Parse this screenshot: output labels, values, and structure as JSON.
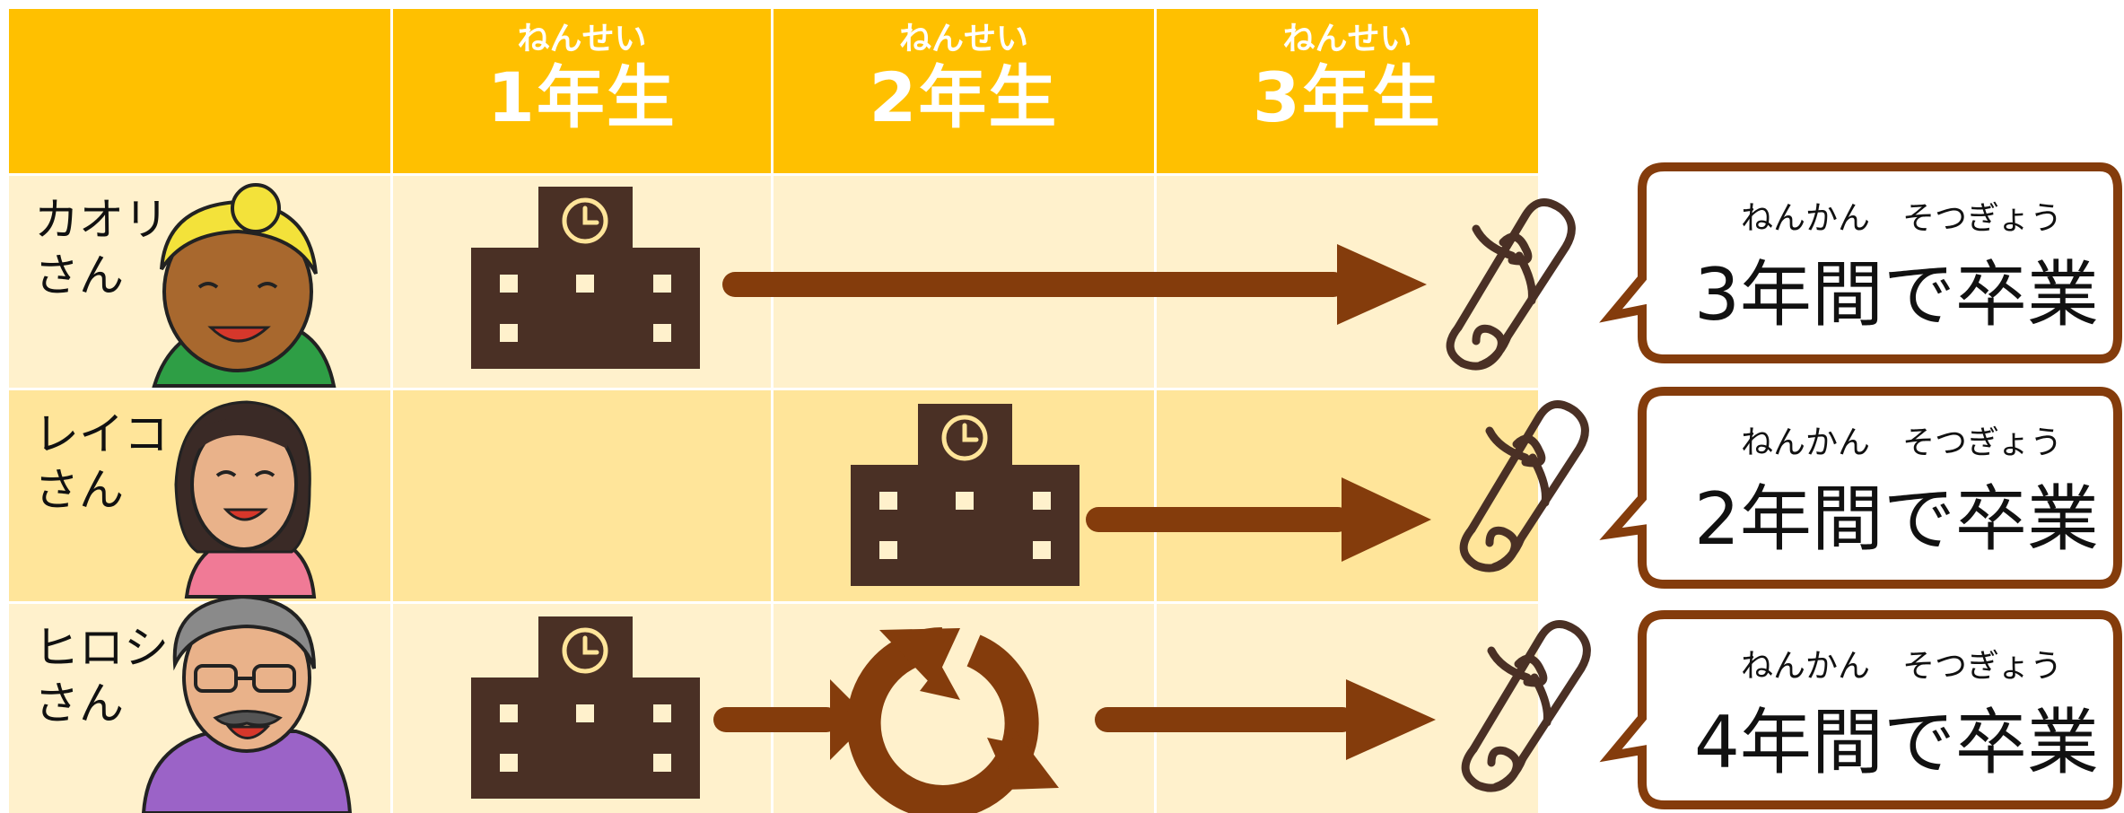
{
  "header": {
    "grades": [
      {
        "ruby": "ねんせい",
        "label": "1年生"
      },
      {
        "ruby": "ねんせい",
        "label": "2年生"
      },
      {
        "ruby": "ねんせい",
        "label": "3年生"
      }
    ]
  },
  "rows": [
    {
      "name": "カオリ\nさん",
      "ruby": "ねんかん　そつぎょう",
      "result": "3年間で卒業"
    },
    {
      "name": "レイコ\nさん",
      "ruby": "ねんかん　そつぎょう",
      "result": "2年間で卒業"
    },
    {
      "name": "ヒロシ\nさん",
      "ruby": "ねんかん　そつぎょう",
      "result": "4年間で卒業"
    }
  ],
  "colors": {
    "header": "#FFC000",
    "row_light": "#FFF1CC",
    "row_dark": "#FFE59A",
    "school": "#4A3025",
    "arrow": "#843C0C",
    "bubble_border": "#843C0C"
  }
}
